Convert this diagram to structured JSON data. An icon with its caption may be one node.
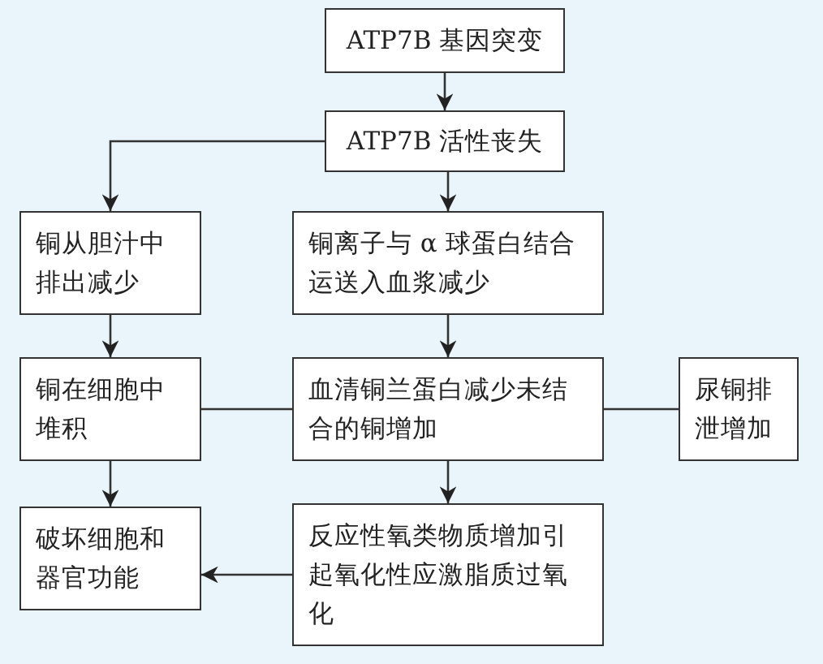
{
  "diagram": {
    "nodes": [
      {
        "text": [
          "ATP7B 基因突变"
        ]
      },
      {
        "text": [
          "ATP7B 活性丧失"
        ]
      },
      {
        "text": [
          "铜从胆汁中排出减少"
        ]
      },
      {
        "text": [
          "铜离子与 α 球蛋白结合运送入血浆减少"
        ]
      },
      {
        "text": [
          "铜在细胞中堆积"
        ]
      },
      {
        "text": [
          "血清铜兰蛋白减少未结合的铜增加"
        ]
      },
      {
        "text": [
          "尿铜排泄增加"
        ]
      },
      {
        "text": [
          "破坏细胞和器官功能"
        ]
      },
      {
        "text": [
          "反应性氧类物质增加引起氧化性应激脂质过氧化"
        ]
      }
    ],
    "edges": [
      {
        "from": 0,
        "to": 1,
        "arrow": "to"
      },
      {
        "from": 1,
        "to": 2,
        "arrow": "to"
      },
      {
        "from": 1,
        "to": 3,
        "arrow": "to"
      },
      {
        "from": 2,
        "to": 4,
        "arrow": "to"
      },
      {
        "from": 3,
        "to": 5,
        "arrow": "to"
      },
      {
        "from": 5,
        "to": 4,
        "arrow": "none"
      },
      {
        "from": 5,
        "to": 6,
        "arrow": "none"
      },
      {
        "from": 4,
        "to": 7,
        "arrow": "to"
      },
      {
        "from": 5,
        "to": 8,
        "arrow": "to"
      },
      {
        "from": 8,
        "to": 7,
        "arrow": "to"
      }
    ]
  }
}
